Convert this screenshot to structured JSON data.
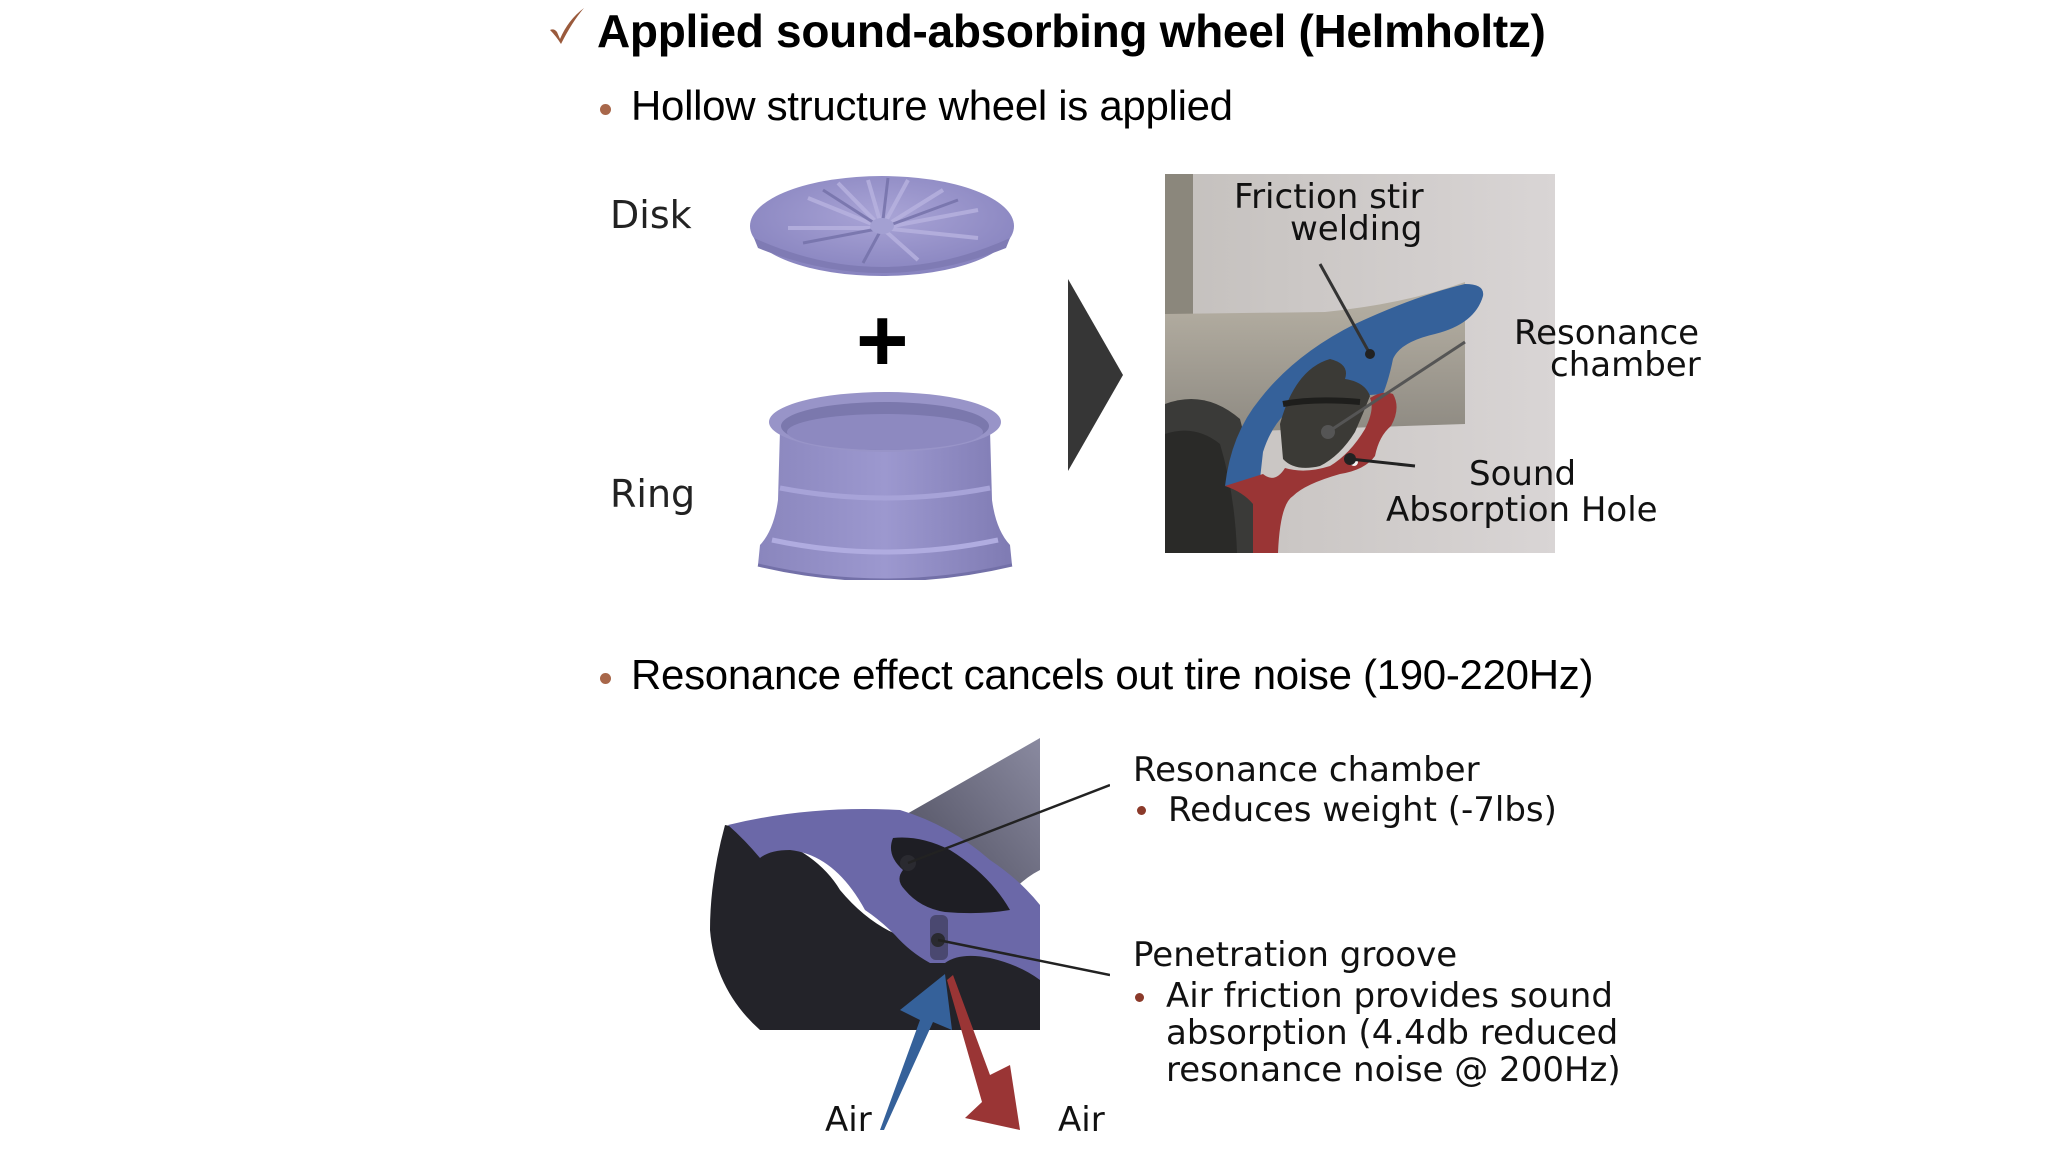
{
  "heading": {
    "icon": "checkmark-icon",
    "title": "Applied sound-absorbing wheel (Helmholtz)"
  },
  "section1": {
    "bullet": "Hollow structure wheel is applied",
    "parts": {
      "disk_label": "Disk",
      "plus": "+",
      "ring_label": "Ring"
    },
    "photo_labels": {
      "friction_line1": "Friction stir",
      "friction_line2": "welding",
      "resonance_line1": "Resonance",
      "resonance_line2": "chamber",
      "hole_line1": "Sound",
      "hole_line2": "Absorption Hole"
    }
  },
  "section2": {
    "bullet": "Resonance effect cancels out tire noise (190-220Hz)",
    "callouts": [
      {
        "title": "Resonance chamber",
        "points": [
          "Reduces weight (-7lbs)"
        ]
      },
      {
        "title": "Penetration groove",
        "points": [
          "Air friction provides sound",
          "absorption (4.4db reduced",
          "resonance noise @ 200Hz)"
        ]
      }
    ],
    "air_in_label": "Air",
    "air_out_label": "Air"
  },
  "colors": {
    "accent_bullet": "#a8674a",
    "check": "#9a5a3c",
    "weld_blue": "#35619a",
    "chamber_red": "#9a3535",
    "wheel_purple": "#6b68a8",
    "arrow_dark": "#363636"
  }
}
